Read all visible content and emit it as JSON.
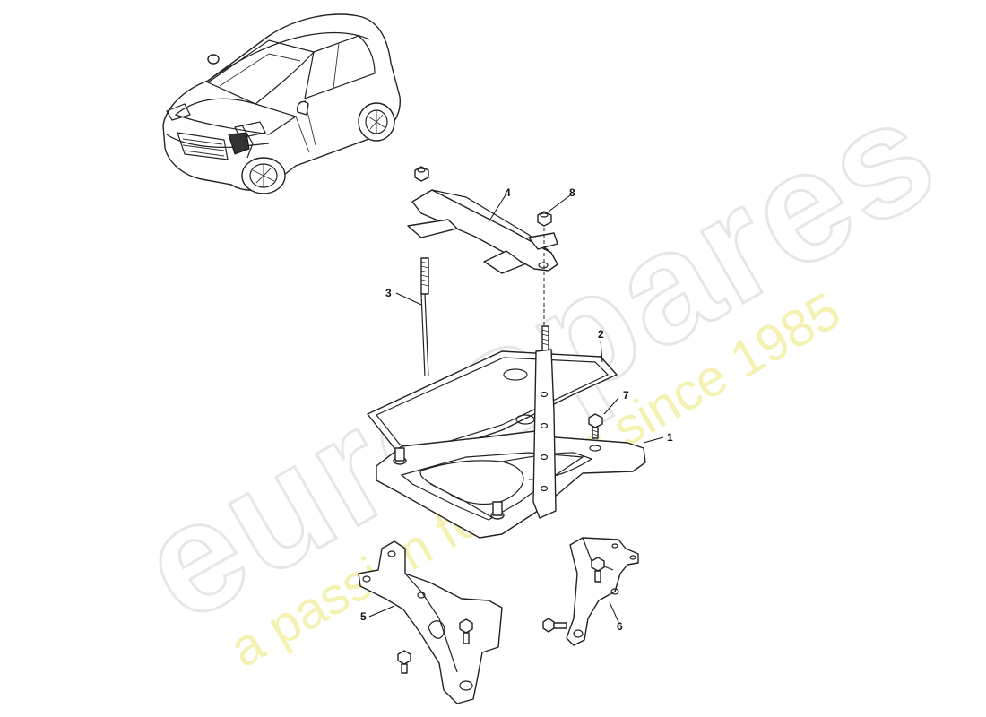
{
  "watermark": {
    "brand": "eurospares",
    "tagline": "a passion for parts since 1985"
  },
  "callouts": {
    "c1": "1",
    "c2": "2",
    "c3": "3",
    "c4": "4",
    "c5": "5",
    "c6": "6",
    "c7": "7",
    "c8": "8"
  },
  "colors": {
    "line": "#222222",
    "watermark_outline": "#e6e6e6",
    "watermark_tagline": "#f4f1b2"
  }
}
